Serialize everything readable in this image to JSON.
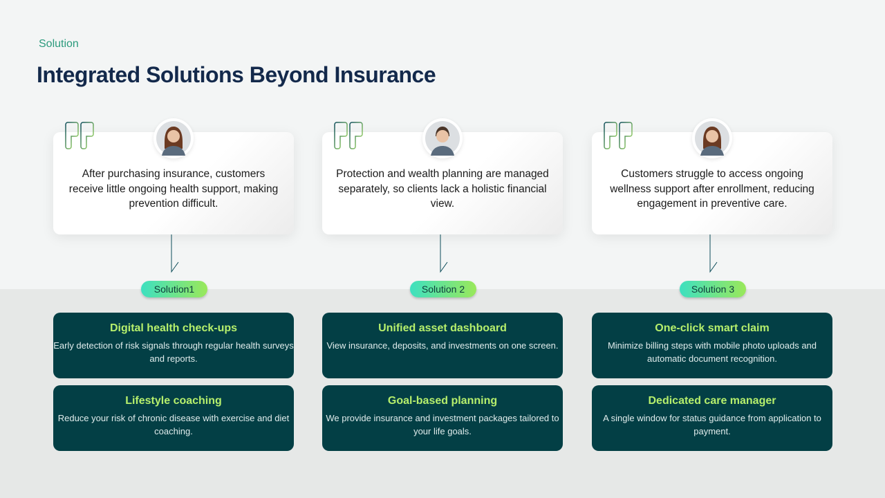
{
  "header": {
    "eyebrow": "Solution",
    "title": "Integrated Solutions Beyond Insurance"
  },
  "columns": [
    {
      "problem": "After purchasing insurance, customers receive little ongoing health support, making prevention difficult.",
      "avatar": "woman-avatar",
      "solution_label": "Solution1",
      "solutions": [
        {
          "title": "Digital health check-ups",
          "desc": "Early detection of risk signals through regular health surveys and reports."
        },
        {
          "title": "Lifestyle coaching",
          "desc": "Reduce your risk of chronic disease with exercise and diet coaching."
        }
      ]
    },
    {
      "problem": "Protection and wealth planning are managed separately, so clients lack a holistic financial view.",
      "avatar": "man-avatar",
      "solution_label": "Solution 2",
      "solutions": [
        {
          "title": "Unified asset dashboard",
          "desc": "View insurance, deposits, and investments on one screen."
        },
        {
          "title": "Goal-based planning",
          "desc": "We provide insurance and investment packages tailored to your life goals."
        }
      ]
    },
    {
      "problem": "Customers struggle to access ongoing wellness support after enrollment, reducing engagement in preventive care.",
      "avatar": "woman-avatar",
      "solution_label": "Solution 3",
      "solutions": [
        {
          "title": "One-click smart claim",
          "desc": "Minimize billing steps with mobile photo uploads and automatic document recognition."
        },
        {
          "title": "Dedicated care manager",
          "desc": "A single window for status guidance from application to payment."
        }
      ]
    }
  ],
  "colors": {
    "title": "#13294b",
    "accent": "#2a9a7c",
    "box": "#033f45",
    "box_title": "#b6ef6c"
  }
}
